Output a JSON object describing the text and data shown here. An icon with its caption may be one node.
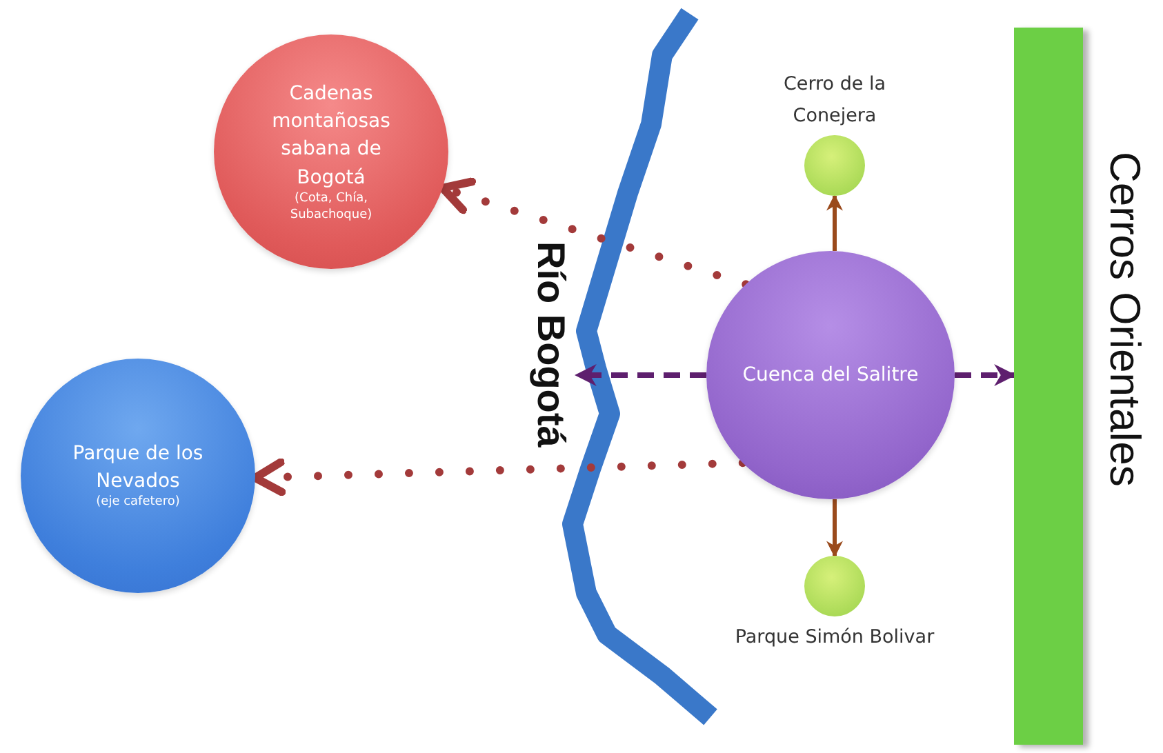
{
  "diagram": {
    "nodes": [
      {
        "text": [
          "Cadenas montañosas sabana de Bogotá",
          "(Cota, Chía, Subachoque)"
        ]
      },
      {
        "text": [
          "Parque de los Nevados",
          "(eje cafetero)"
        ]
      },
      {
        "text": [
          "Cerro de la Conejera"
        ]
      },
      {
        "text": [
          "Cuenca del Salitre"
        ]
      },
      {
        "text": [
          "Parque Simón Bolivar"
        ]
      },
      {
        "text": [
          "Río Bogotá"
        ]
      },
      {
        "text": [
          "Cerros Orientales"
        ]
      }
    ],
    "edges": [
      {
        "from": 3,
        "to": 0,
        "arrow": "to",
        "style": "dashed",
        "color": "#a33a3a"
      },
      {
        "from": 3,
        "to": 1,
        "arrow": "to",
        "style": "dashed",
        "color": "#a33a3a"
      },
      {
        "from": 3,
        "to": 5,
        "arrow": "to",
        "style": "dashed",
        "color": "#5e1f6e"
      },
      {
        "from": 3,
        "to": 6,
        "arrow": "to",
        "style": "dashed",
        "color": "#5e1f6e"
      },
      {
        "from": 3,
        "to": 2,
        "arrow": "to",
        "color": "#9a4a1c"
      },
      {
        "from": 3,
        "to": 4,
        "arrow": "to",
        "color": "#9a4a1c"
      }
    ]
  }
}
